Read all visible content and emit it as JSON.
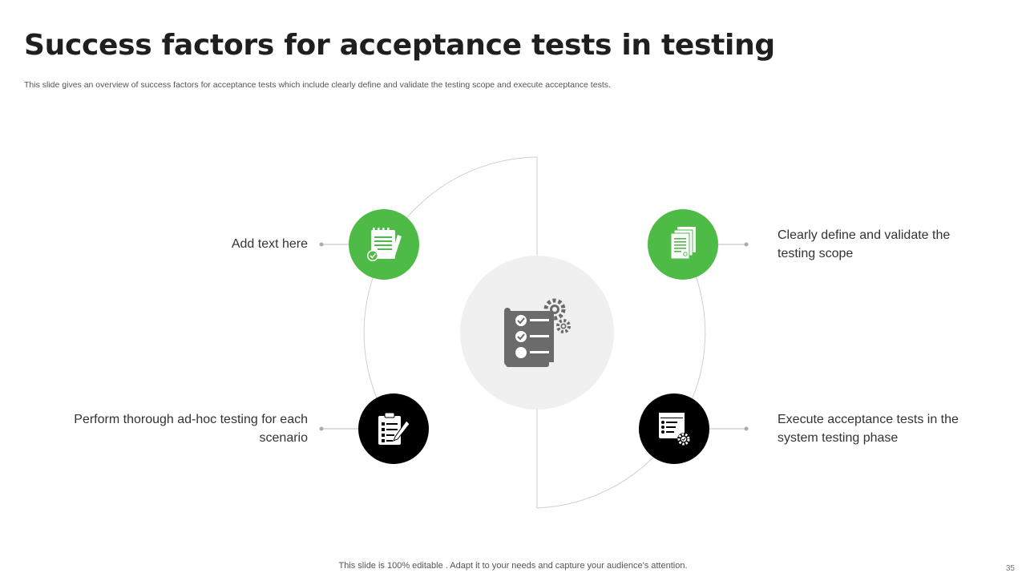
{
  "title": "Success factors for acceptance tests in testing",
  "subtitle": "This slide gives an overview of success factors for acceptance tests which include clearly define and validate the testing scope and execute acceptance tests.",
  "factors": [
    {
      "text": "Add text here",
      "icon": "notepad-checklist-icon",
      "color": "#4dbb45"
    },
    {
      "text": "Clearly define and validate the testing scope",
      "icon": "documents-stack-icon",
      "color": "#4dbb45"
    },
    {
      "text": "Perform thorough ad-hoc testing for each scenario",
      "icon": "clipboard-pen-icon",
      "color": "#000000"
    },
    {
      "text": "Execute acceptance tests in the system testing phase",
      "icon": "checklist-gear-icon",
      "color": "#000000"
    }
  ],
  "center": {
    "icon": "checklist-gears-icon",
    "color": "#6b6b6b",
    "background": "#f0f0f0"
  },
  "footer": "This slide is 100% editable . Adapt it to your needs and capture your audience's attention.",
  "page_number": "35"
}
